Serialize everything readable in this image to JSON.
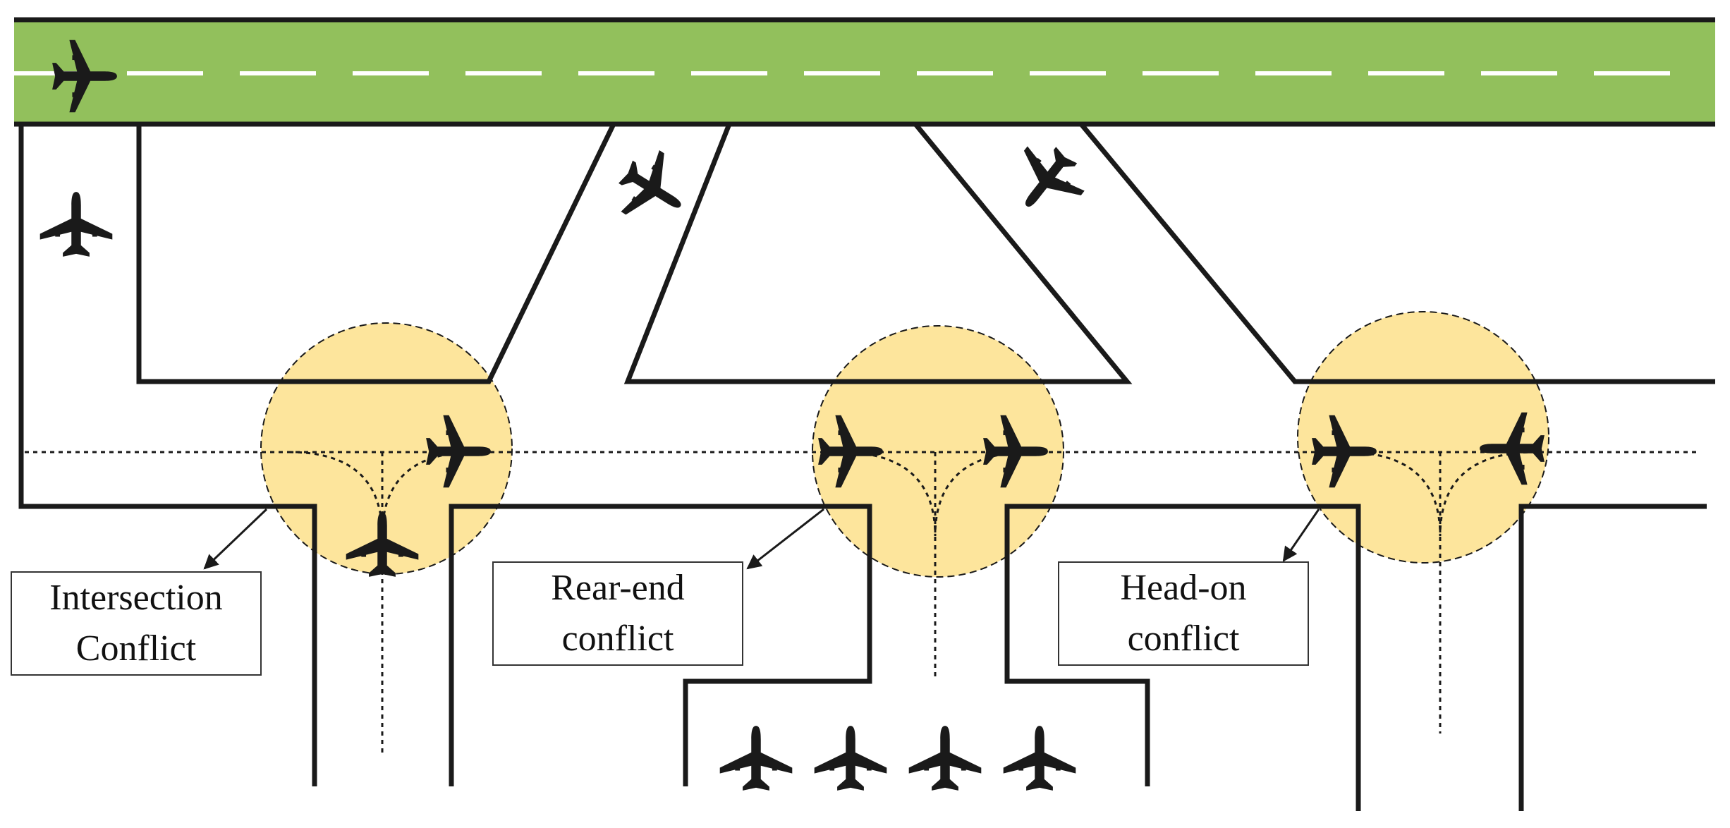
{
  "colors": {
    "runway_fill": "#92c05c",
    "runway_dash": "#ffffff",
    "conflict_zone": "#fde59c",
    "line": "#1a1a1a"
  },
  "icons": {
    "aircraft": "airplane-icon"
  },
  "labels": {
    "intersection": {
      "line1": "Intersection",
      "line2": "Conflict"
    },
    "rear_end": {
      "line1": "Rear-end",
      "line2": "conflict"
    },
    "head_on": {
      "line1": "Head-on",
      "line2": "conflict"
    }
  }
}
